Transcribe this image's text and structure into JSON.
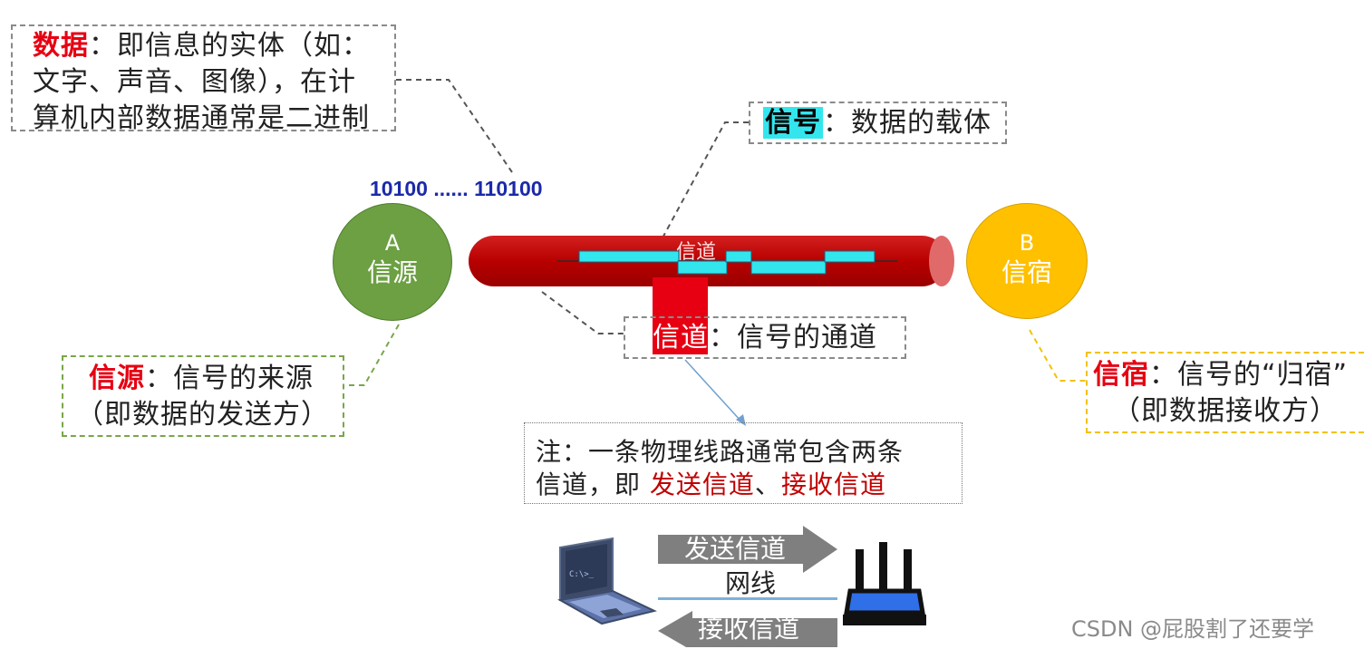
{
  "data_box": {
    "key": "数据",
    "lines": [
      "：即信息的实体（如：",
      "文字、声音、图像），在计",
      "算机内部数据通常是二进制"
    ]
  },
  "bits": "10100 ...... 110100",
  "signal_box": {
    "key": "信号",
    "text": "：数据的载体"
  },
  "node_a": {
    "letter": "A",
    "label": "信源"
  },
  "node_b": {
    "letter": "B",
    "label": "信宿"
  },
  "pipe_label": "信道",
  "source_box": {
    "key": "信源",
    "line1": "：信号的来源",
    "line2": "（即数据的发送方）"
  },
  "channel_box": {
    "key": "信道",
    "text": "：信号的通道"
  },
  "sink_box": {
    "key": "信宿",
    "line1": "：信号的“归宿”",
    "line2": "（即数据接收方）"
  },
  "note": {
    "line1": "注：一条物理线路通常包含两条",
    "line2_prefix": "信道，即 ",
    "send": "发送信道",
    "sep": "、",
    "recv": "接收信道"
  },
  "bottom": {
    "send_arrow": "发送信道",
    "cable": "网线",
    "recv_arrow": "接收信道"
  },
  "watermark": "CSDN @屁股割了还要学",
  "colors": {
    "node_a": "#6ca043",
    "node_b": "#ffc000",
    "pipe": "#c00000",
    "signal": "#33e6ee",
    "key_red": "#e60012",
    "bits_blue": "#1a2aa8"
  }
}
